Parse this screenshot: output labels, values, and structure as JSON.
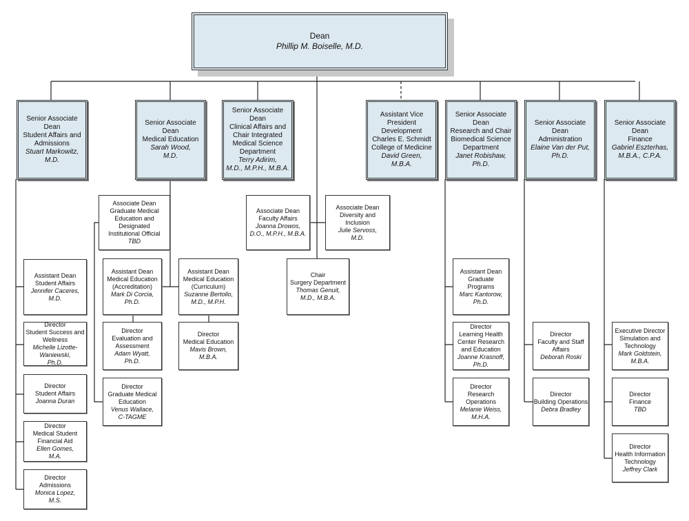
{
  "dean": {
    "title": [
      "Dean"
    ],
    "name": [
      "Phillip M. Boiselle, M.D."
    ]
  },
  "senior": [
    {
      "id": "s1",
      "title": [
        "Senior Associate",
        "Dean",
        "Student Affairs and",
        "Admissions"
      ],
      "name": [
        "Stuart Markowitz,",
        "M.D."
      ]
    },
    {
      "id": "s2",
      "title": [
        "Senior Associate",
        "Dean",
        "Medical Education"
      ],
      "name": [
        "Sarah Wood,",
        "M.D."
      ]
    },
    {
      "id": "s3",
      "title": [
        "Senior Associate",
        "Dean",
        "Clinical Affairs and",
        "Chair Integrated",
        "Medical Science",
        "Department"
      ],
      "name": [
        "Terry Adirim,",
        "M.D., M.P.H., M.B.A."
      ]
    },
    {
      "id": "s4",
      "title": [
        "Assistant Vice",
        "President",
        "Development",
        "Charles E. Schmidt",
        "College of Medicine"
      ],
      "name": [
        "David Green,",
        "M.B.A."
      ]
    },
    {
      "id": "s5",
      "title": [
        "Senior Associate",
        "Dean",
        "Research and Chair",
        "Biomedical Science",
        "Department"
      ],
      "name": [
        "Janet Robishaw,",
        "Ph.D."
      ]
    },
    {
      "id": "s6",
      "title": [
        "Senior Associate",
        "Dean",
        "Administration"
      ],
      "name": [
        "Elaine Van der Put,",
        "Ph.D."
      ]
    },
    {
      "id": "s7",
      "title": [
        "Senior Associate",
        "Dean",
        "Finance"
      ],
      "name": [
        "Gabriel Eszterhas,",
        "M.B.A., C.P.A."
      ]
    }
  ],
  "staff": [
    {
      "id": "a1",
      "title": [
        "Assistant Dean",
        "Student Affairs"
      ],
      "name": [
        "Jennifer Caceres,",
        "M.D."
      ]
    },
    {
      "id": "a2",
      "title": [
        "Director",
        "Student Success and",
        "Wellness"
      ],
      "name": [
        "Michelle Lizotte-",
        "Waniewski,",
        "Ph.D."
      ]
    },
    {
      "id": "a3",
      "title": [
        "Director",
        "Student Affairs"
      ],
      "name": [
        "Joanna Duran"
      ]
    },
    {
      "id": "a4",
      "title": [
        "Director",
        "Medical Student",
        "Financial Aid"
      ],
      "name": [
        "Ellen Gomes,",
        "M.A."
      ]
    },
    {
      "id": "a5",
      "title": [
        "Director",
        "Admissions"
      ],
      "name": [
        "Monica Lopez,",
        "M.S."
      ]
    },
    {
      "id": "b1",
      "title": [
        "Associate Dean",
        "Graduate Medical",
        "Education and",
        "Designated",
        "Institutional Official"
      ],
      "name": [
        "TBD"
      ]
    },
    {
      "id": "b2",
      "title": [
        "Assistant Dean",
        "Medical Education",
        "(Accreditation)"
      ],
      "name": [
        "Mark Di Corcia,",
        "Ph.D."
      ]
    },
    {
      "id": "b3",
      "title": [
        "Assistant Dean",
        "Medical Education",
        "(Curriculum)"
      ],
      "name": [
        "Suzanne Bertollo,",
        "M.D., M.P.H."
      ]
    },
    {
      "id": "b4",
      "title": [
        "Director",
        "Evaluation and",
        "Assessment"
      ],
      "name": [
        "Adam Wyatt,",
        "Ph.D."
      ]
    },
    {
      "id": "b5",
      "title": [
        "Director",
        "Medical Education"
      ],
      "name": [
        "Mavis Brown,",
        "M.B.A."
      ]
    },
    {
      "id": "b6",
      "title": [
        "Director",
        "Graduate Medical",
        "Education"
      ],
      "name": [
        "Venus Wallace,",
        "C-TAGME"
      ]
    },
    {
      "id": "c1",
      "title": [
        "Associate Dean",
        "Faculty Affairs"
      ],
      "name": [
        "Joanna Drowos,",
        "D.O., M.P.H., M.B.A."
      ]
    },
    {
      "id": "c2",
      "title": [
        "Associate Dean",
        "Diversity and",
        "Inclusion"
      ],
      "name": [
        "Julie Servoss,",
        "M.D."
      ]
    },
    {
      "id": "c3",
      "title": [
        "Chair",
        "Surgery Department"
      ],
      "name": [
        "Thomas Genuit,",
        "M.D., M.B.A."
      ]
    },
    {
      "id": "d1",
      "title": [
        "Assistant Dean",
        "Graduate",
        "Programs"
      ],
      "name": [
        "Marc Kantorow,",
        "Ph.D."
      ]
    },
    {
      "id": "d2",
      "title": [
        "Director",
        "Learning Health",
        "Center Research",
        "and Education"
      ],
      "name": [
        "Joanne Krasnoff,",
        "Ph.D."
      ]
    },
    {
      "id": "d3",
      "title": [
        "Director",
        "Research",
        "Operations"
      ],
      "name": [
        "Melanie Weiss,",
        "M.H.A."
      ]
    },
    {
      "id": "e1",
      "title": [
        "Director",
        "Faculty and Staff",
        "Affairs"
      ],
      "name": [
        "Deborah Roski"
      ]
    },
    {
      "id": "e2",
      "title": [
        "Director",
        "Building Operations"
      ],
      "name": [
        "Debra Bradley"
      ]
    },
    {
      "id": "f1",
      "title": [
        "Executive Director",
        "Simulation and",
        "Technology"
      ],
      "name": [
        "Mark Goldstein,",
        "M.B.A."
      ]
    },
    {
      "id": "f2",
      "title": [
        "Director",
        "Finance"
      ],
      "name": [
        "TBD"
      ]
    },
    {
      "id": "f3",
      "title": [
        "Director",
        "Health Information",
        "Technology"
      ],
      "name": [
        "Jeffrey Clark"
      ]
    }
  ]
}
